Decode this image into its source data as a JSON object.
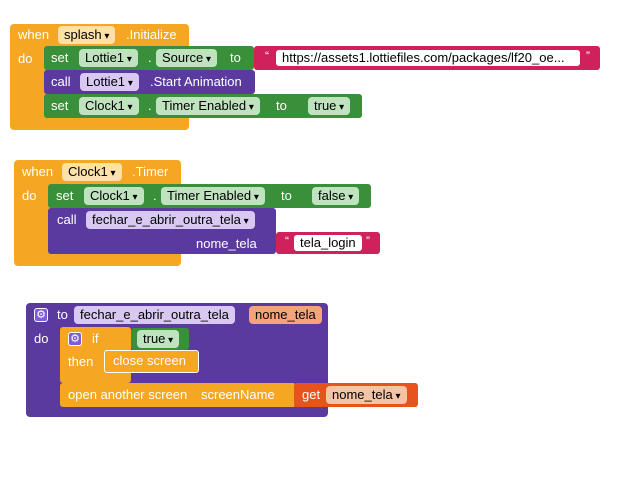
{
  "block1": {
    "when": "when",
    "component": "splash",
    "event": ".Initialize",
    "do": "do",
    "set1": {
      "set": "set",
      "component": "Lottie1",
      "dot": ".",
      "property": "Source",
      "to": "to",
      "value": "https://assets1.lottiefiles.com/packages/lf20_oe..."
    },
    "call1": {
      "call": "call",
      "component": "Lottie1",
      "method": ".Start Animation"
    },
    "set2": {
      "set": "set",
      "component": "Clock1",
      "dot": ".",
      "property": "Timer Enabled",
      "to": "to",
      "value": "true"
    }
  },
  "block2": {
    "when": "when",
    "component": "Clock1",
    "event": ".Timer",
    "do": "do",
    "set1": {
      "set": "set",
      "component": "Clock1",
      "dot": ".",
      "property": "Timer Enabled",
      "to": "to",
      "value": "false"
    },
    "call1": {
      "call": "call",
      "procedure": "fechar_e_abrir_outra_tela",
      "param_label": "nome_tela",
      "param_value": "tela_login"
    }
  },
  "block3": {
    "to": "to",
    "procedure": "fechar_e_abrir_outra_tela",
    "param": "nome_tela",
    "do": "do",
    "if": "if",
    "if_value": "true",
    "then": "then",
    "close_screen": "close screen",
    "open_screen": "open another screen",
    "screen_name": "screenName",
    "get": "get",
    "get_value": "nome_tela"
  },
  "colors": {
    "event_orange": "#f5a623",
    "set_green": "#3a8f3a",
    "call_purple": "#5b3aa0",
    "text_pink": "#d1215c",
    "get_orange_red": "#e8521c"
  }
}
